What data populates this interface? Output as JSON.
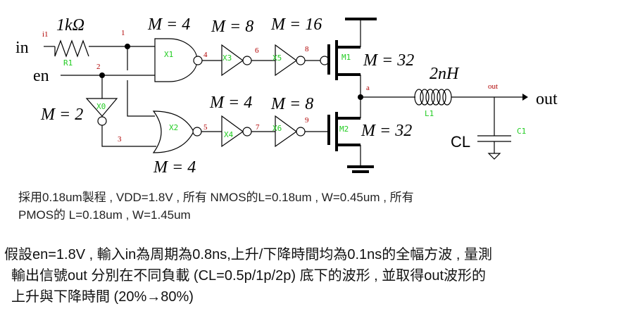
{
  "diagram": {
    "inputs": {
      "in": "in",
      "en": "en"
    },
    "output": "out",
    "resistor": {
      "value": "1kΩ",
      "name": "R1"
    },
    "nodes": {
      "i1": "i1",
      "n1": "1",
      "n2": "2",
      "n3": "3",
      "n4": "4",
      "n5": "5",
      "n6": "6",
      "n7": "7",
      "n8": "8",
      "n9": "9",
      "a": "a",
      "out": "out"
    },
    "gates": {
      "X0": "X0",
      "X1": "X1",
      "X2": "X2",
      "X3": "X3",
      "X4": "X4",
      "X5": "X5",
      "X6": "X6"
    },
    "transistors": {
      "M1": "M1",
      "M2": "M2"
    },
    "multipliers": {
      "X0": "M = 2",
      "X1": "M = 4",
      "X2": "M = 4",
      "X3": "M = 8",
      "X4": "M = 4",
      "X5": "M = 16",
      "X6": "M = 8",
      "M1": "M = 32",
      "M2": "M = 32"
    },
    "inductor": {
      "value": "2nH",
      "name": "L1"
    },
    "capacitor": {
      "label": "CL",
      "name": "C1"
    }
  },
  "text": {
    "spec_line1": "採用0.18um製程 , VDD=1.8V , 所有 NMOS的L=0.18um , W=0.45um , 所有",
    "spec_line2": "PMOS的 L=0.18um , W=1.45um",
    "task_line1": "假設en=1.8V , 輸入in為周期為0.8ns,上升/下降時間均為0.1ns的全幅方波 , 量測",
    "task_line2": "輸出信號out 分別在不同負載 (CL=0.5p/1p/2p) 底下的波形 , 並取得out波形的",
    "task_line3": "上升與下降時間 (20%→80%)"
  }
}
